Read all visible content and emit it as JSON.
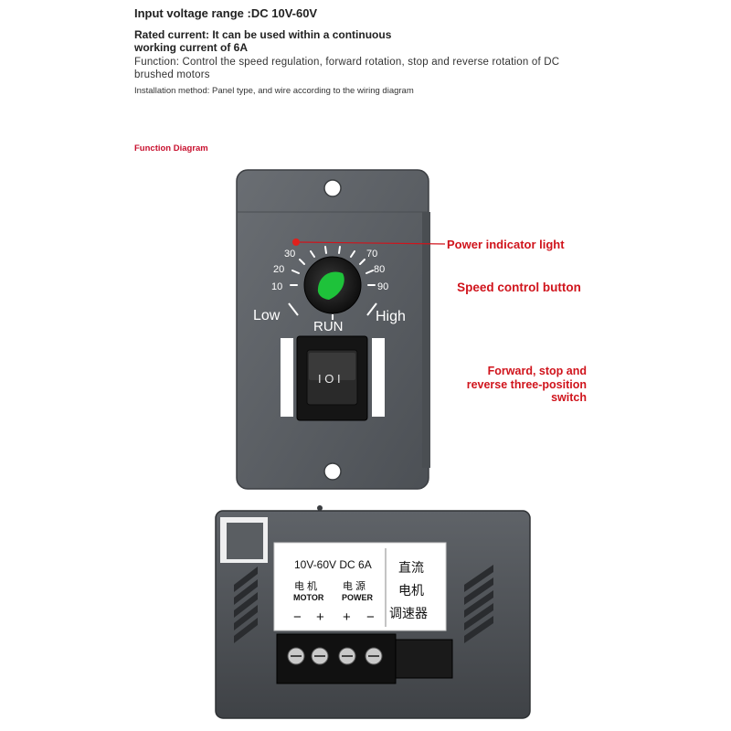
{
  "specs": {
    "input_voltage": "Input voltage range :DC 10V-60V",
    "rated_current": "Rated current: It can be used within a continuous working current of 6A",
    "function": "Function: Control the speed regulation, forward rotation, stop and reverse rotation of DC brushed motors",
    "installation": "Installation method: Panel type, and wire according to the wiring diagram"
  },
  "diagram_title": "Function Diagram",
  "callouts": {
    "power_light": "Power indicator light",
    "speed_button": "Speed control button",
    "switch": "Forward, stop and reverse three-position switch"
  },
  "dial": {
    "marks": [
      "10",
      "20",
      "30",
      "70",
      "80",
      "90"
    ],
    "low": "Low",
    "high": "High",
    "run": "RUN"
  },
  "rocker": {
    "symbol": "I O I"
  },
  "label": {
    "rating": "10V-60V DC  6A",
    "motor_cn": "电 机",
    "motor": "MOTOR",
    "power_cn": "电 源",
    "power": "POWER",
    "polarity": [
      "−",
      "+",
      "+",
      "−"
    ],
    "chinese_title": [
      "直流",
      "电机",
      "调速器"
    ]
  },
  "colors": {
    "callout_red": "#d0141c",
    "panel_gray": "#55595e",
    "knob_green": "#1ec23a"
  }
}
